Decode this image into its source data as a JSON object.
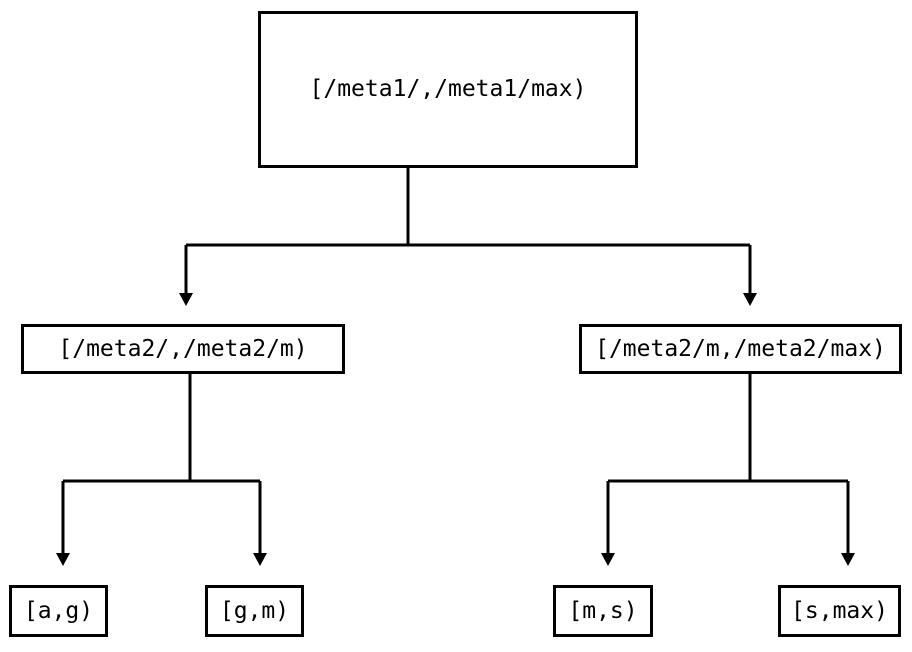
{
  "diagram": {
    "type": "tree",
    "title": "",
    "background_color": "#ffffff",
    "line_color": "#000000",
    "box_border_color": "#000000",
    "box_fill_color": "#ffffff",
    "arrow_style": "solid-triangle-down",
    "nodes": {
      "root": {
        "label": "[/meta1/,/meta1/max)",
        "level": 0
      },
      "mid_left": {
        "label": "[/meta2/,/meta2/m)",
        "level": 1
      },
      "mid_right": {
        "label": "[/meta2/m,/meta2/max)",
        "level": 1
      },
      "leaf_1": {
        "label": "[a,g)",
        "level": 2
      },
      "leaf_2": {
        "label": "[g,m)",
        "level": 2
      },
      "leaf_3": {
        "label": "[m,s)",
        "level": 2
      },
      "leaf_4": {
        "label": "[s,max)",
        "level": 2
      }
    },
    "edges": [
      {
        "from": "root",
        "to": "mid_left"
      },
      {
        "from": "root",
        "to": "mid_right"
      },
      {
        "from": "mid_left",
        "to": "leaf_1"
      },
      {
        "from": "mid_left",
        "to": "leaf_2"
      },
      {
        "from": "mid_right",
        "to": "leaf_3"
      },
      {
        "from": "mid_right",
        "to": "leaf_4"
      }
    ]
  }
}
